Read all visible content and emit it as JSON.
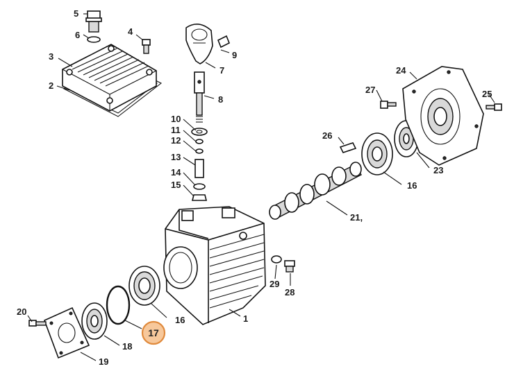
{
  "diagram": {
    "callouts": {
      "n1": "1",
      "n2": "2",
      "n3": "3",
      "n4": "4",
      "n5": "5",
      "n6": "6",
      "n7": "7",
      "n8": "8",
      "n9": "9",
      "n10": "10",
      "n11": "11",
      "n12": "12",
      "n13": "13",
      "n14": "14",
      "n15": "15",
      "n16a": "16",
      "n16b": "16",
      "n17": "17",
      "n18": "18",
      "n19": "19",
      "n20": "20",
      "n21": "21,",
      "n23": "23",
      "n24": "24",
      "n25": "25",
      "n26": "26",
      "n27": "27",
      "n28": "28",
      "n29": "29"
    },
    "highlight_color": "#f7c89b",
    "highlight_border": "#e08a3c"
  }
}
